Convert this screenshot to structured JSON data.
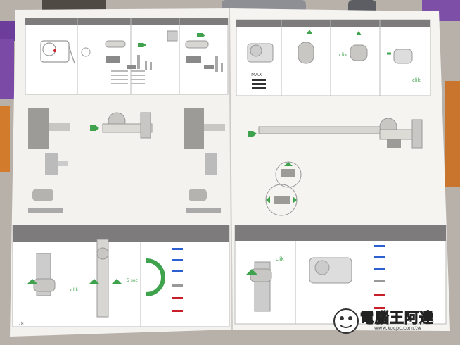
{
  "labels": {
    "clik_1": "clik",
    "clik_2": "clik",
    "clik_3": "clik",
    "clik_4": "clik",
    "max": "MAX",
    "timer": "5 sec",
    "page_number": "78"
  },
  "watermark": {
    "title": "電腦王阿達",
    "url": "www.kocpc.com.tw"
  },
  "colors": {
    "accent_green": "#3fa34d",
    "header_grey": "#7d7b7b",
    "led_blue": "#2c5fd0",
    "led_red": "#c8202a"
  }
}
